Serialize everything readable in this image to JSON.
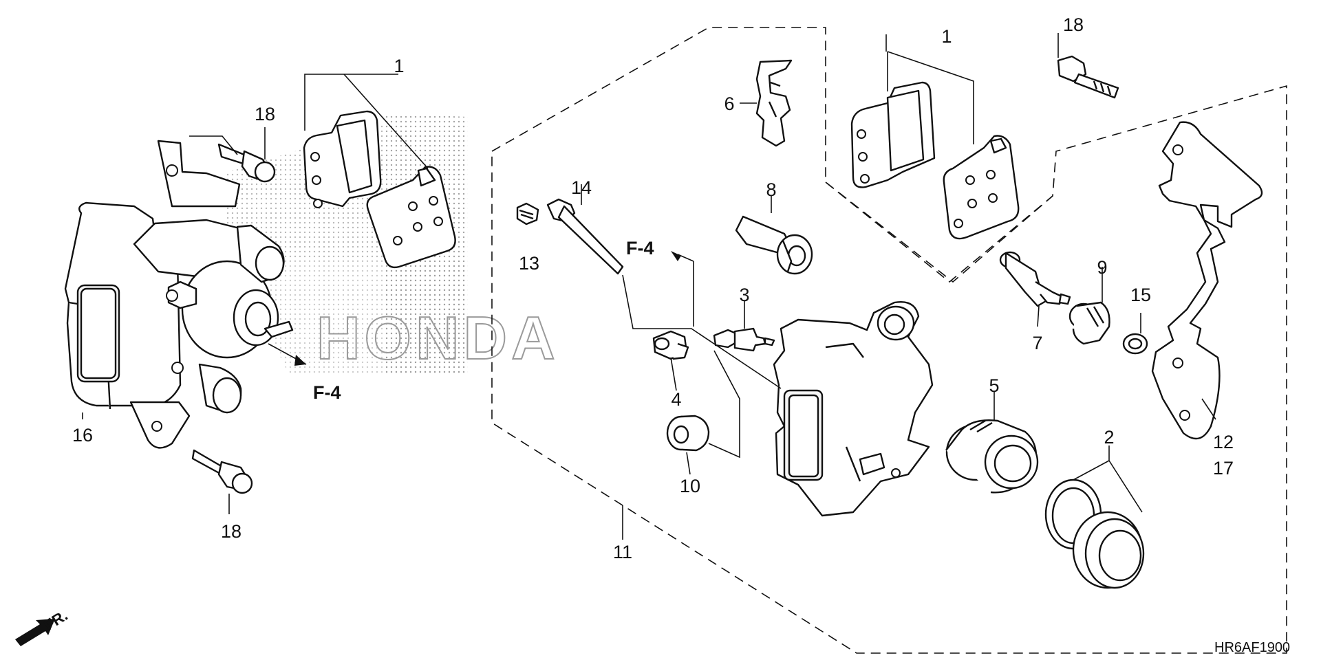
{
  "diagram_code": "HR6AF1900",
  "direction_label": "FR.",
  "reference_label": "F-4",
  "watermark_text": "HONDA",
  "callouts": {
    "c1a": "1",
    "c1b": "1",
    "c2": "2",
    "c3": "3",
    "c4": "4",
    "c5": "5",
    "c6": "6",
    "c7": "7",
    "c8": "8",
    "c9": "9",
    "c10": "10",
    "c11": "11",
    "c12": "12",
    "c13": "13",
    "c14": "14",
    "c15": "15",
    "c16": "16",
    "c17": "17",
    "c18a": "18",
    "c18b": "18",
    "c18c": "18"
  },
  "colors": {
    "line": "#111111",
    "background": "#ffffff",
    "watermark": "#b8b8b8"
  }
}
